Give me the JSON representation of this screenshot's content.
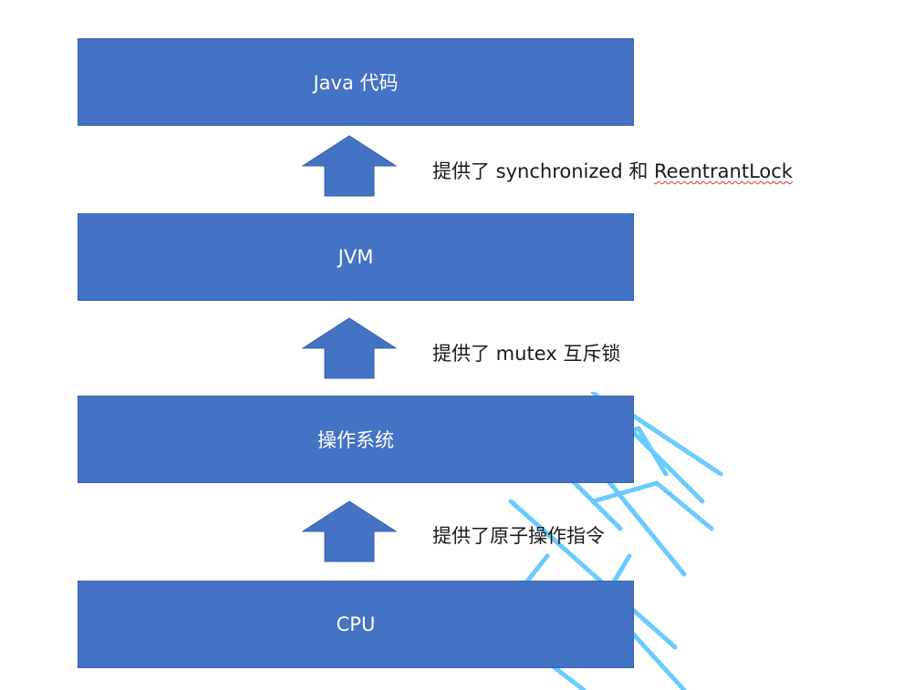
{
  "layers": {
    "java": "Java 代码",
    "jvm": "JVM",
    "os": "操作系统",
    "cpu": "CPU"
  },
  "arrows": {
    "top": {
      "prefix": "提供了 synchronized 和 ",
      "term": "ReentrantLock"
    },
    "middle": "提供了 mutex 互斥锁",
    "bottom": "提供了原子操作指令"
  },
  "colors": {
    "box_fill": "#4472c4",
    "arrow_fill": "#4472c4",
    "spellcheck_underline": "#e03030",
    "watermark": "#4fc3ff"
  }
}
